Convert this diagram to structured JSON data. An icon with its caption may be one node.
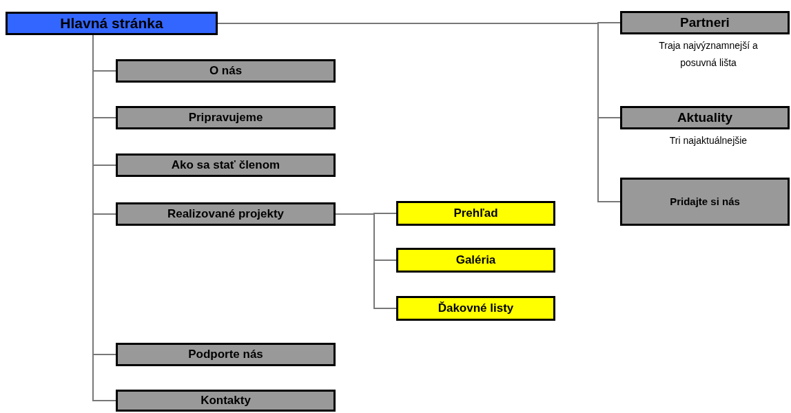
{
  "diagram": {
    "nodes": [
      {
        "text": [
          "Hlavná stránka"
        ]
      },
      {
        "text": [
          "O nás"
        ]
      },
      {
        "text": [
          "Pripravujeme"
        ]
      },
      {
        "text": [
          "Ako sa stať členom"
        ]
      },
      {
        "text": [
          "Realizované projekty"
        ]
      },
      {
        "text": [
          "Prehľad"
        ]
      },
      {
        "text": [
          "Galéria"
        ]
      },
      {
        "text": [
          "Ďakovné listy"
        ]
      },
      {
        "text": [
          "Podporte nás"
        ]
      },
      {
        "text": [
          "Kontakty"
        ]
      },
      {
        "text": [
          "Partneri"
        ],
        "beside": [
          "Traja najvýznamnejší a posuvná lišta"
        ]
      },
      {
        "text": [
          "Aktuality"
        ],
        "beside": [
          "Tri najaktuálnejšie"
        ]
      },
      {
        "text": [
          "Pridajte si nás"
        ]
      }
    ],
    "edges": [
      {
        "from": 0,
        "to": 1,
        "arrow": "none"
      },
      {
        "from": 0,
        "to": 2,
        "arrow": "none"
      },
      {
        "from": 0,
        "to": 3,
        "arrow": "none"
      },
      {
        "from": 0,
        "to": 4,
        "arrow": "none"
      },
      {
        "from": 4,
        "to": 5,
        "arrow": "none"
      },
      {
        "from": 4,
        "to": 6,
        "arrow": "none"
      },
      {
        "from": 4,
        "to": 7,
        "arrow": "none"
      },
      {
        "from": 0,
        "to": 8,
        "arrow": "none"
      },
      {
        "from": 0,
        "to": 9,
        "arrow": "none"
      },
      {
        "from": 0,
        "to": 10,
        "arrow": "none"
      },
      {
        "from": 0,
        "to": 11,
        "arrow": "none"
      },
      {
        "from": 0,
        "to": 12,
        "arrow": "none"
      }
    ]
  }
}
